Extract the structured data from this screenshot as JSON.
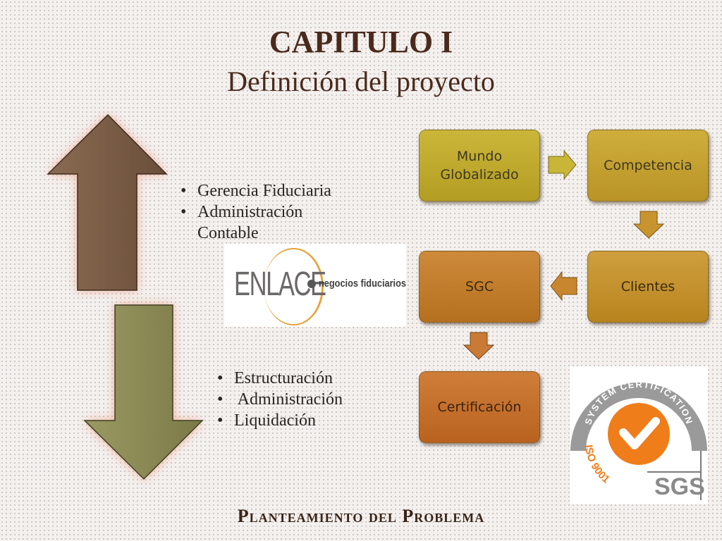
{
  "title": "CAPITULO I",
  "subtitle": "Definición del proyecto",
  "bullets_top": [
    "Gerencia Fiduciaria",
    "Administración Contable"
  ],
  "bullets_bottom": [
    "Estructuración",
    " Administración",
    "Liquidación"
  ],
  "logo": {
    "word": "ENLACE",
    "tagline": "negocios fiduciarios"
  },
  "flow": {
    "mundo": "Mundo Globalizado",
    "competencia": "Competencia",
    "clientes": "Clientes",
    "sgc": "SGC",
    "certificacion": "Certificación"
  },
  "iso": {
    "ring_text": "SYSTEM CERTIFICATION",
    "standard": "ISO 9001",
    "brand": "SGS"
  },
  "footer": "Planteamiento del Problema",
  "colors": {
    "up_arrow": "#7a5c44",
    "down_arrow": "#8a8a55",
    "olive_box": "#c2ad32",
    "gold_box": "#c7932f",
    "orange_box": "#c4702c",
    "iso_orange": "#ef7d1a"
  }
}
